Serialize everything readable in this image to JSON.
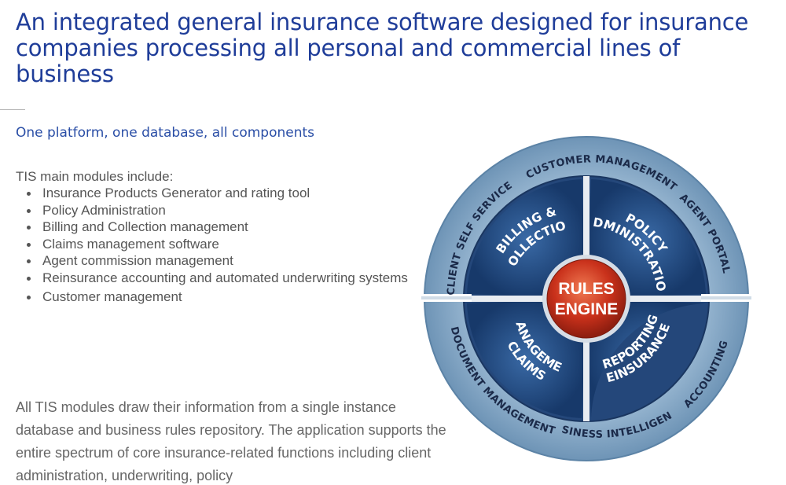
{
  "header": {
    "title": "An integrated general insurance software designed for insurance companies processing all personal and commercial lines of business"
  },
  "intro": {
    "tagline": "One platform, one database,  all components"
  },
  "modules": {
    "intro": "TIS main modules include:",
    "items": [
      "Insurance Products Generator and rating tool",
      "Policy Administration",
      "Billing and Collection management",
      "Claims management software",
      "Agent commission management",
      "Reinsurance accounting and automated underwriting systems",
      "Customer management"
    ]
  },
  "description": {
    "text": "All TIS modules draw their information from a single instance database and business rules repository.  The application supports the entire spectrum of core insurance-related functions including client administration, underwriting, policy"
  },
  "diagram": {
    "outer_ring": {
      "top_left": "CLIENT SELF SERVICE",
      "top": "CUSTOMER MANAGEMENT",
      "top_right": "AGENT PORTAL",
      "bottom_left": "DOCUMENT MANAGEMENT",
      "bottom": "BUSINESS INTELLIGENCE",
      "bottom_right": "ACCOUNTING"
    },
    "quadrants": {
      "billing_line1": "BILLING &",
      "billing_line2": "COLLECTION",
      "policy_line1": "POLICY",
      "policy_line2": "ADMINISTRATION",
      "claims_line1": "CLAIMS",
      "claims_line2": "MANAGEMENT",
      "reinsurance_line1": "REINSURANCE &",
      "reinsurance_line2": "REPORTING"
    },
    "core": {
      "line1": "RULES",
      "line2": "ENGINE"
    },
    "colors": {
      "outer_ring": "#7fa3c2",
      "quadrant": "#1f4a80",
      "core": "#c42d1a",
      "divider": "#ffffff"
    }
  }
}
